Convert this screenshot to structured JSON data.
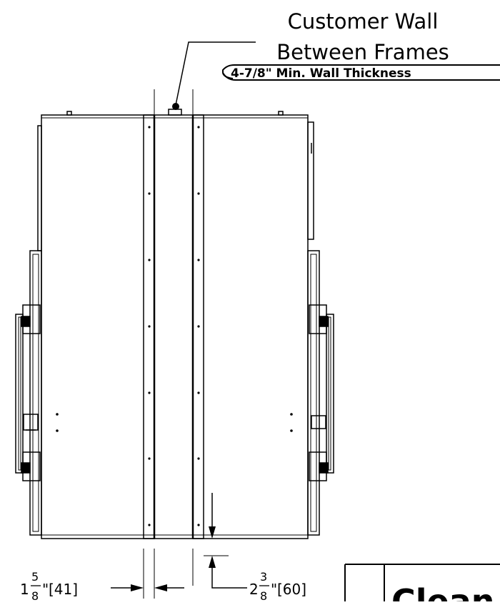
{
  "callout": {
    "line1": "Customer Wall",
    "line2": "Between Frames",
    "badge": "4-7/8\" Min. Wall Thickness"
  },
  "dimensions": {
    "left": {
      "whole": "1",
      "numerator": "5",
      "denominator": "8",
      "unit": "\"",
      "metric": "[41]"
    },
    "right": {
      "whole": "2",
      "numerator": "3",
      "denominator": "8",
      "unit": "\"",
      "metric": "[60]"
    }
  },
  "title_block": {
    "text": "Clean"
  }
}
